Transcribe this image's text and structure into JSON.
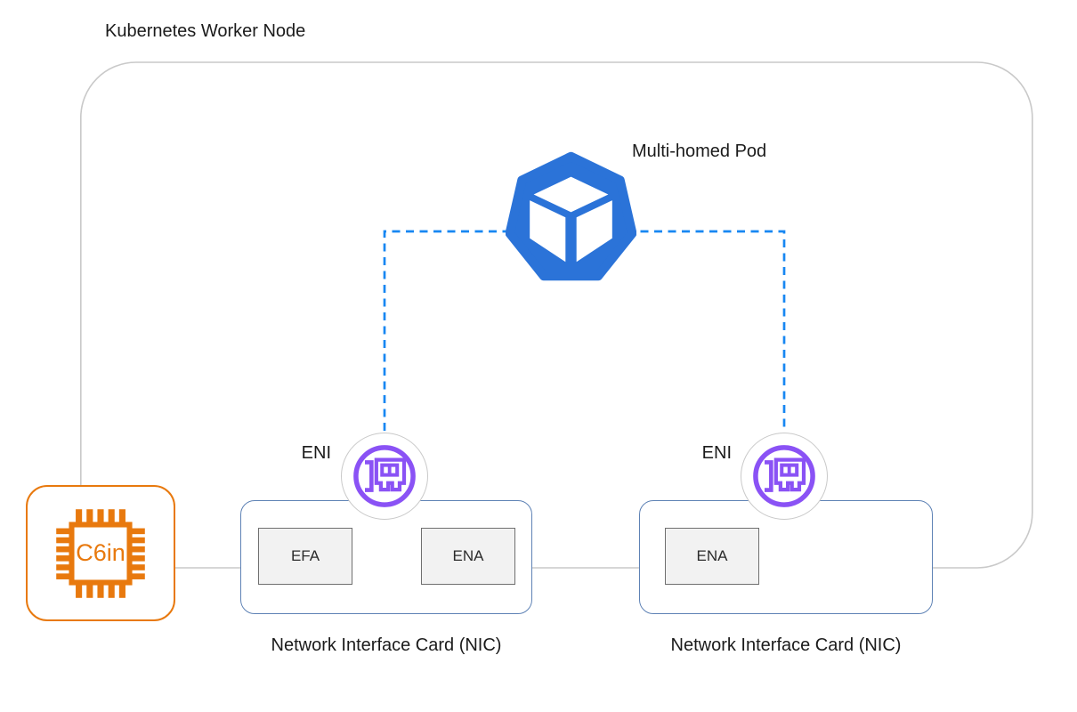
{
  "diagram": {
    "title": "Kubernetes Worker Node",
    "pod": {
      "label": "Multi-homed Pod",
      "icon": "kubernetes-pod-icon"
    },
    "instance": {
      "label": "C6in",
      "icon": "ec2-instance-chip-icon"
    },
    "enis": [
      {
        "label": "ENI",
        "icon": "elastic-network-interface-icon"
      },
      {
        "label": "ENI",
        "icon": "elastic-network-interface-icon"
      }
    ],
    "nics": [
      {
        "caption": "Network Interface Card (NIC)",
        "adapters": [
          "EFA",
          "ENA"
        ]
      },
      {
        "caption": "Network Interface Card (NIC)",
        "adapters": [
          "ENA"
        ]
      }
    ]
  },
  "colors": {
    "pod-blue": "#2B73D8",
    "dash-blue": "#1787F2",
    "eni-purple": "#8A52F5",
    "chip-orange": "#E8790E",
    "nic-border": "#5E82B5",
    "boundary-gray": "#C9C9C9",
    "adapter-fill": "#F2F2F2",
    "adapter-border": "#6F6F6F",
    "text-dark": "#1B1B1B"
  }
}
